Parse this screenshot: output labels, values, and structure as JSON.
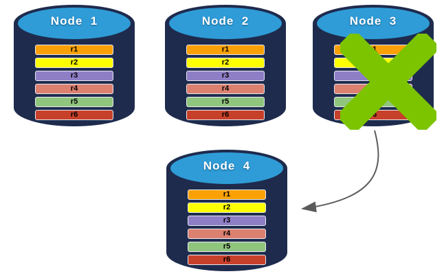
{
  "colors": {
    "cylinder_body": "#1e2b4d",
    "cylinder_top": "#2f9cd7",
    "row_border": "#e8eaf2",
    "cross": "#7cc400",
    "arrow": "#5b5b5b"
  },
  "nodes": [
    {
      "label": "Node  1",
      "failed": false,
      "rows": [
        {
          "label": "r1",
          "color": "#fba105"
        },
        {
          "label": "r2",
          "color": "#feff00"
        },
        {
          "label": "r3",
          "color": "#8e7ec6"
        },
        {
          "label": "r4",
          "color": "#dc8070"
        },
        {
          "label": "r5",
          "color": "#90c57e"
        },
        {
          "label": "r6",
          "color": "#c7402a"
        }
      ]
    },
    {
      "label": "Node  2",
      "failed": false,
      "rows": [
        {
          "label": "r1",
          "color": "#fba105"
        },
        {
          "label": "r2",
          "color": "#feff00"
        },
        {
          "label": "r3",
          "color": "#8e7ec6"
        },
        {
          "label": "r4",
          "color": "#dc8070"
        },
        {
          "label": "r5",
          "color": "#90c57e"
        },
        {
          "label": "r6",
          "color": "#c7402a"
        }
      ]
    },
    {
      "label": "Node  3",
      "failed": true,
      "rows": [
        {
          "label": "r1",
          "color": "#fba105"
        },
        {
          "label": "r2",
          "color": "#feff00"
        },
        {
          "label": "r3",
          "color": "#8e7ec6"
        },
        {
          "label": "r4",
          "color": "#dc8070"
        },
        {
          "label": "r5",
          "color": "#90c57e"
        },
        {
          "label": "r6",
          "color": "#c7402a"
        }
      ]
    },
    {
      "label": "Node  4",
      "failed": false,
      "rows": [
        {
          "label": "r1",
          "color": "#fba105"
        },
        {
          "label": "r2",
          "color": "#feff00"
        },
        {
          "label": "r3",
          "color": "#8e7ec6"
        },
        {
          "label": "r4",
          "color": "#dc8070"
        },
        {
          "label": "r5",
          "color": "#90c57e"
        },
        {
          "label": "r6",
          "color": "#c7402a"
        }
      ]
    }
  ],
  "arrow": {
    "from": "Node 3",
    "to": "Node 4"
  }
}
